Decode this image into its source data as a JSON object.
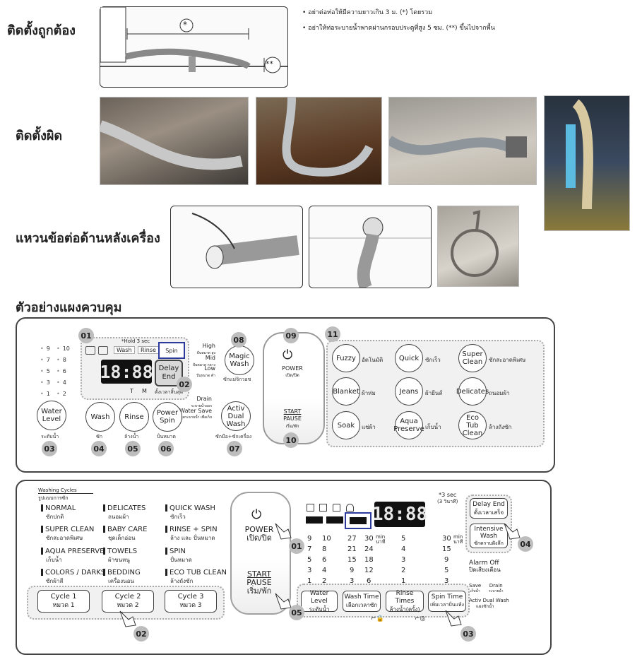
{
  "sections": {
    "correct": "ติดตั้งถูกต้อง",
    "wrong": "ติดตั้งผิด",
    "ring": "แหวนข้อต่อด้านหลังเครื่อง",
    "panel_example": "ตัวอย่างแผงควบคุม"
  },
  "notes": {
    "line1": "อย่าต่อท่อให้มีความยาวเกิน 3 ม. (*) โดยรวม",
    "line2": "อย่าให้ท่อระบายน้ำพาดผ่านกรอบประตูที่สูง 5 ซม. (**) ขึ้นไปจากพื้น",
    "star": "*",
    "star2": "**"
  },
  "panel1": {
    "hold_note": "*Hold 3 sec",
    "mode_tabs": [
      "Wash",
      "Rinse",
      "Spin"
    ],
    "display": "18:88",
    "tm": [
      "T",
      "M"
    ],
    "levels_left": [
      "9",
      "7",
      "5",
      "3",
      "1"
    ],
    "levels_right": [
      "10",
      "8",
      "6",
      "4",
      "2"
    ],
    "delay": {
      "line1": "Delay",
      "line2": "End",
      "th": "ตั้งเวลาสิ้นสุด"
    },
    "intensity": [
      {
        "en": "High",
        "th": "ปั่นหมาด สูง"
      },
      {
        "en": "Mid",
        "th": "ปั่นหมาด กลาง"
      },
      {
        "en": "Low",
        "th": "ปั่นหมาด ต่ำ"
      }
    ],
    "drain": {
      "en": "Drain",
      "th": "ระบายน้ำออก"
    },
    "water_save": {
      "en": "Water Save",
      "th": "หยุดระบายน้ำ เพื่อเก็บ"
    },
    "water_level": {
      "l1": "Water",
      "l2": "Level",
      "th": "ระดับน้ำ"
    },
    "wash": {
      "label": "Wash",
      "th": "ซัก"
    },
    "rinse": {
      "label": "Rinse",
      "th": "ล้างน้ำ"
    },
    "power_spin": {
      "l1": "Power",
      "l2": "Spin",
      "th": "ปั่นหมาด"
    },
    "activ_dual": {
      "l1": "Activ",
      "l2": "Dual",
      "l3": "Wash",
      "th": "ซักมือ+ซักเครื่อง"
    },
    "magic_wash": {
      "l1": "Magic",
      "l2": "Wash",
      "th": "ซักแม่จิกวอช"
    },
    "power": {
      "en": "POWER",
      "th": "เปิด/ปิด"
    },
    "start_pause": {
      "l1": "START",
      "l2": "PAUSE",
      "th": "เริ่ม/พัก"
    },
    "badges": [
      "01",
      "02",
      "03",
      "04",
      "05",
      "06",
      "07",
      "08",
      "09",
      "10",
      "11"
    ],
    "programs": [
      {
        "en": "Fuzzy",
        "th": "อัตโนมัติ"
      },
      {
        "en": "Quick",
        "th": "ซักเร็ว"
      },
      {
        "en": "Super Clean",
        "th": "ซักสะอาดพิเศษ"
      },
      {
        "en": "Blanket",
        "th": "ผ้าห่ม"
      },
      {
        "en": "Jeans",
        "th": "ผ้ายีนส์"
      },
      {
        "en": "Delicates",
        "th": "ถนอมผ้า"
      },
      {
        "en": "Soak",
        "th": "แช่ผ้า"
      },
      {
        "en": "Aqua Preserve",
        "th": "เก็บน้ำ"
      },
      {
        "en": "Eco Tub Clean",
        "th": "ล้างถังซัก"
      }
    ]
  },
  "panel2": {
    "washing_cycles": {
      "en": "Washing Cycles",
      "th": "รูปแบบการซัก"
    },
    "cycles": [
      {
        "en": "NORMAL",
        "th": "ซักปกติ"
      },
      {
        "en": "DELICATES",
        "th": "ถนอมผ้า"
      },
      {
        "en": "QUICK WASH",
        "th": "ซักเร็ว"
      },
      {
        "en": "SUPER CLEAN",
        "th": "ซักสะอาดพิเศษ"
      },
      {
        "en": "BABY CARE",
        "th": "ชุดเด็กอ่อน"
      },
      {
        "en": "RINSE + SPIN",
        "th": "ล้าง และ ปั่นหมาด"
      },
      {
        "en": "AQUA PRESERVE",
        "th": "เก็บน้ำ"
      },
      {
        "en": "TOWELS",
        "th": "ผ้าขนหนู"
      },
      {
        "en": "SPIN",
        "th": "ปั่นหมาด"
      },
      {
        "en": "COLORS / DARKS",
        "th": "ซักผ้าสี"
      },
      {
        "en": "BEDDING",
        "th": "เครื่องนอน"
      },
      {
        "en": "ECO TUB CLEAN",
        "th": "ล้างถังซัก"
      }
    ],
    "cycle_buttons": [
      {
        "en": "Cycle 1",
        "th": "หมวด 1"
      },
      {
        "en": "Cycle 2",
        "th": "หมวด 2"
      },
      {
        "en": "Cycle 3",
        "th": "หมวด 3"
      }
    ],
    "power": {
      "en": "POWER",
      "th": "เปิด/ปิด"
    },
    "start_pause": {
      "l1": "START",
      "l2": "PAUSE",
      "th": "เริ่ม/พัก"
    },
    "display": "18:88",
    "sec_note": {
      "l1": "*3 sec",
      "l2": "(3 วินาที)"
    },
    "delay_end": {
      "en": "Delay End",
      "th": "ตั้งเวลาเสร็จ"
    },
    "intensive": {
      "l1": "Intensive",
      "l2": "Wash",
      "th": "ซักคราบฝังลึก"
    },
    "alarm": {
      "en": "Alarm Off",
      "th": "ปิดเสียงเตือน"
    },
    "save": {
      "en": "Save",
      "th": "เก็บน้ำ"
    },
    "drain": {
      "en": "Drain",
      "th": "ระบายน้ำ"
    },
    "activ_dual": {
      "en": "Activ Dual Wash",
      "th": "แผงซักน้ำ"
    },
    "col1": [
      "9",
      "7",
      "5",
      "3",
      "1"
    ],
    "col2": [
      "10",
      "8",
      "6",
      "4",
      "2"
    ],
    "col3": [
      "27",
      "21",
      "15",
      "9",
      "3"
    ],
    "col4": [
      "30",
      "24",
      "18",
      "12",
      "6"
    ],
    "col5": [
      "5",
      "4",
      "3",
      "2",
      "1"
    ],
    "col6": [
      "30",
      "15",
      "9",
      "5",
      "3"
    ],
    "min_label": "min",
    "min_th": "นาที",
    "buttons": [
      {
        "en": "Water Level",
        "th": "ระดับน้ำ"
      },
      {
        "en": "Wash Time",
        "th": "เลือกเวลาซัก"
      },
      {
        "en": "Rinse Times",
        "th": "ล้างน้ำ(ครั้ง)"
      },
      {
        "en": "Spin Time",
        "th": "เพิ่มเวลาปั่นแห้ง"
      }
    ],
    "badges": [
      "01",
      "02",
      "03",
      "04",
      "05"
    ]
  },
  "colors": {
    "highlight": "#2b3a9c",
    "badge": "#bdbdbd",
    "panel_border": "#444444"
  }
}
